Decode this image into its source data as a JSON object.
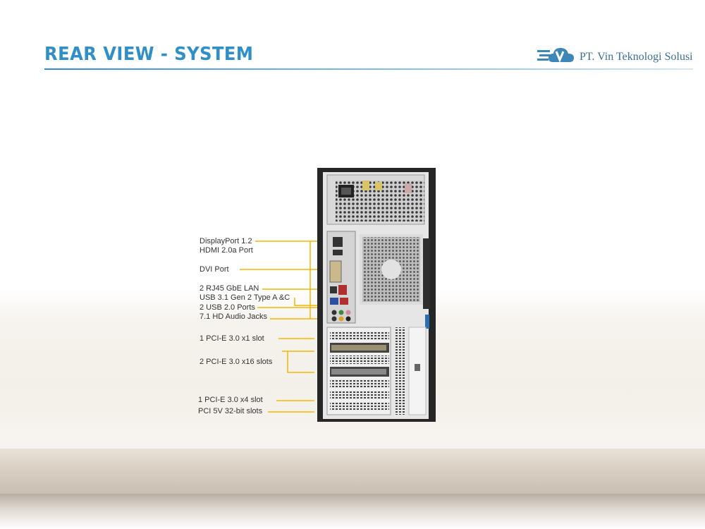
{
  "header": {
    "title": "REAR VIEW - SYSTEM",
    "company": "PT. Vin Teknologi Solusi",
    "accent_color": "#2f8fc6"
  },
  "callouts": [
    {
      "label": "DisplayPort 1.2"
    },
    {
      "label": "HDMI 2.0a Port"
    },
    {
      "label": "DVI Port"
    },
    {
      "label": "2 RJ45 GbE LAN"
    },
    {
      "label": "USB 3.1 Gen 2 Type A &C"
    },
    {
      "label": "2 USB 2.0 Ports"
    },
    {
      "label": "7.1 HD Audio Jacks"
    },
    {
      "label": "1 PCI-E 3.0 x1 slot"
    },
    {
      "label": "2 PCI-E 3.0 x16 slots"
    },
    {
      "label": "1 PCI-E 3.0 x4 slot"
    },
    {
      "label": "PCI 5V 32-bit slots"
    }
  ],
  "colors": {
    "callout_line": "#f2b705",
    "chassis": "#2b2b2b",
    "panel": "#e4e4e4"
  }
}
